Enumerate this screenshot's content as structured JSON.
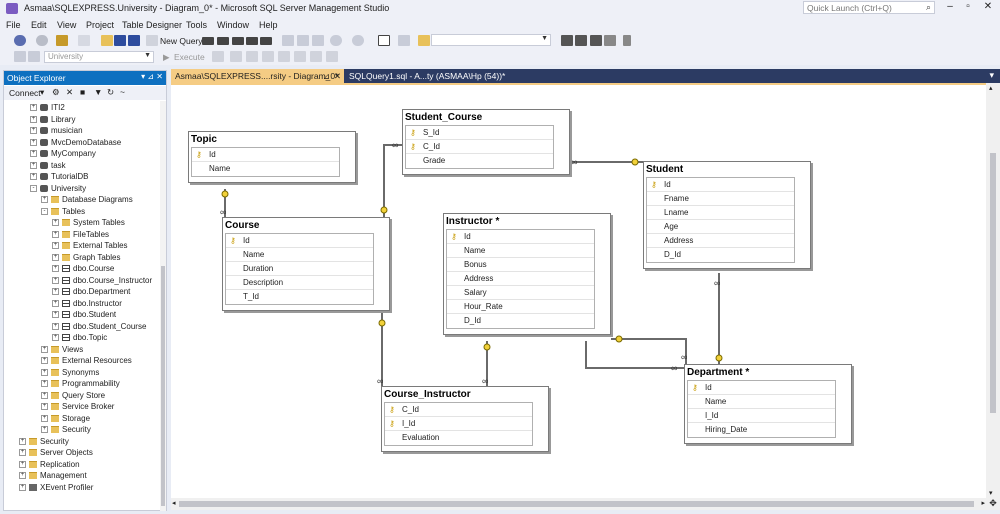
{
  "window": {
    "title": "Asmaa\\SQLEXPRESS.University - Diagram_0* - Microsoft SQL Server Management Studio",
    "quick_launch": "Quick Launch (Ctrl+Q)"
  },
  "menu": [
    "File",
    "Edit",
    "View",
    "Project",
    "Table Designer",
    "Tools",
    "Window",
    "Help"
  ],
  "toolbar": {
    "new_query": "New Query",
    "database": "University",
    "execute": "Execute"
  },
  "object_explorer": {
    "title": "Object Explorer",
    "connect": "Connect",
    "items": [
      {
        "label": "ITI2",
        "level": 2,
        "icon": "db",
        "exp": "+"
      },
      {
        "label": "Library",
        "level": 2,
        "icon": "db",
        "exp": "+"
      },
      {
        "label": "musician",
        "level": 2,
        "icon": "db",
        "exp": "+"
      },
      {
        "label": "MvcDemoDatabase",
        "level": 2,
        "icon": "db",
        "exp": "+"
      },
      {
        "label": "MyCompany",
        "level": 2,
        "icon": "db",
        "exp": "+"
      },
      {
        "label": "task",
        "level": 2,
        "icon": "db",
        "exp": "+"
      },
      {
        "label": "TutorialDB",
        "level": 2,
        "icon": "db",
        "exp": "+"
      },
      {
        "label": "University",
        "level": 2,
        "icon": "db",
        "exp": "-"
      },
      {
        "label": "Database Diagrams",
        "level": 3,
        "icon": "folder",
        "exp": "+"
      },
      {
        "label": "Tables",
        "level": 3,
        "icon": "folder",
        "exp": "-"
      },
      {
        "label": "System Tables",
        "level": 4,
        "icon": "folder",
        "exp": "+"
      },
      {
        "label": "FileTables",
        "level": 4,
        "icon": "folder",
        "exp": "+"
      },
      {
        "label": "External Tables",
        "level": 4,
        "icon": "folder",
        "exp": "+"
      },
      {
        "label": "Graph Tables",
        "level": 4,
        "icon": "folder",
        "exp": "+"
      },
      {
        "label": "dbo.Course",
        "level": 4,
        "icon": "table",
        "exp": "+"
      },
      {
        "label": "dbo.Course_Instructor",
        "level": 4,
        "icon": "table",
        "exp": "+"
      },
      {
        "label": "dbo.Department",
        "level": 4,
        "icon": "table",
        "exp": "+"
      },
      {
        "label": "dbo.Instructor",
        "level": 4,
        "icon": "table",
        "exp": "+"
      },
      {
        "label": "dbo.Student",
        "level": 4,
        "icon": "table",
        "exp": "+"
      },
      {
        "label": "dbo.Student_Course",
        "level": 4,
        "icon": "table",
        "exp": "+"
      },
      {
        "label": "dbo.Topic",
        "level": 4,
        "icon": "table",
        "exp": "+"
      },
      {
        "label": "Views",
        "level": 3,
        "icon": "folder",
        "exp": "+"
      },
      {
        "label": "External Resources",
        "level": 3,
        "icon": "folder",
        "exp": "+"
      },
      {
        "label": "Synonyms",
        "level": 3,
        "icon": "folder",
        "exp": "+"
      },
      {
        "label": "Programmability",
        "level": 3,
        "icon": "folder",
        "exp": "+"
      },
      {
        "label": "Query Store",
        "level": 3,
        "icon": "folder",
        "exp": "+"
      },
      {
        "label": "Service Broker",
        "level": 3,
        "icon": "folder",
        "exp": "+"
      },
      {
        "label": "Storage",
        "level": 3,
        "icon": "folder",
        "exp": "+"
      },
      {
        "label": "Security",
        "level": 3,
        "icon": "folder",
        "exp": "+"
      },
      {
        "label": "Security",
        "level": 1,
        "icon": "folder",
        "exp": "+"
      },
      {
        "label": "Server Objects",
        "level": 1,
        "icon": "folder",
        "exp": "+"
      },
      {
        "label": "Replication",
        "level": 1,
        "icon": "folder",
        "exp": "+"
      },
      {
        "label": "Management",
        "level": 1,
        "icon": "folder",
        "exp": "+"
      },
      {
        "label": "XEvent Profiler",
        "level": 1,
        "icon": "srv",
        "exp": "+"
      }
    ]
  },
  "tabs": [
    {
      "label": "Asmaa\\SQLEXPRESS....rsity - Diagram_0*",
      "active": true
    },
    {
      "label": "SQLQuery1.sql - A...ty (ASMAA\\Hp (54))*",
      "active": false
    }
  ],
  "diagram": {
    "tables": [
      {
        "id": "topic",
        "name": "Topic",
        "columns": [
          {
            "name": "Id",
            "key": true
          },
          {
            "name": "Name",
            "key": false
          }
        ]
      },
      {
        "id": "student_course",
        "name": "Student_Course",
        "columns": [
          {
            "name": "S_Id",
            "key": true
          },
          {
            "name": "C_Id",
            "key": true
          },
          {
            "name": "Grade",
            "key": false
          }
        ]
      },
      {
        "id": "course",
        "name": "Course",
        "columns": [
          {
            "name": "Id",
            "key": true
          },
          {
            "name": "Name",
            "key": false
          },
          {
            "name": "Duration",
            "key": false
          },
          {
            "name": "Description",
            "key": false
          },
          {
            "name": "T_Id",
            "key": false
          }
        ]
      },
      {
        "id": "student",
        "name": "Student",
        "columns": [
          {
            "name": "Id",
            "key": true
          },
          {
            "name": "Fname",
            "key": false
          },
          {
            "name": "Lname",
            "key": false
          },
          {
            "name": "Age",
            "key": false
          },
          {
            "name": "Address",
            "key": false
          },
          {
            "name": "D_Id",
            "key": false
          }
        ]
      },
      {
        "id": "instructor",
        "name": "Instructor *",
        "columns": [
          {
            "name": "Id",
            "key": true
          },
          {
            "name": "Name",
            "key": false
          },
          {
            "name": "Bonus",
            "key": false
          },
          {
            "name": "Address",
            "key": false
          },
          {
            "name": "Salary",
            "key": false
          },
          {
            "name": "Hour_Rate",
            "key": false
          },
          {
            "name": "D_Id",
            "key": false
          }
        ]
      },
      {
        "id": "course_instructor",
        "name": "Course_Instructor",
        "columns": [
          {
            "name": "C_Id",
            "key": true
          },
          {
            "name": "I_Id",
            "key": true
          },
          {
            "name": "Evaluation",
            "key": false
          }
        ]
      },
      {
        "id": "department",
        "name": "Department *",
        "columns": [
          {
            "name": "Id",
            "key": true
          },
          {
            "name": "Name",
            "key": false
          },
          {
            "name": "I_Id",
            "key": false
          },
          {
            "name": "Hiring_Date",
            "key": false
          }
        ]
      }
    ]
  }
}
